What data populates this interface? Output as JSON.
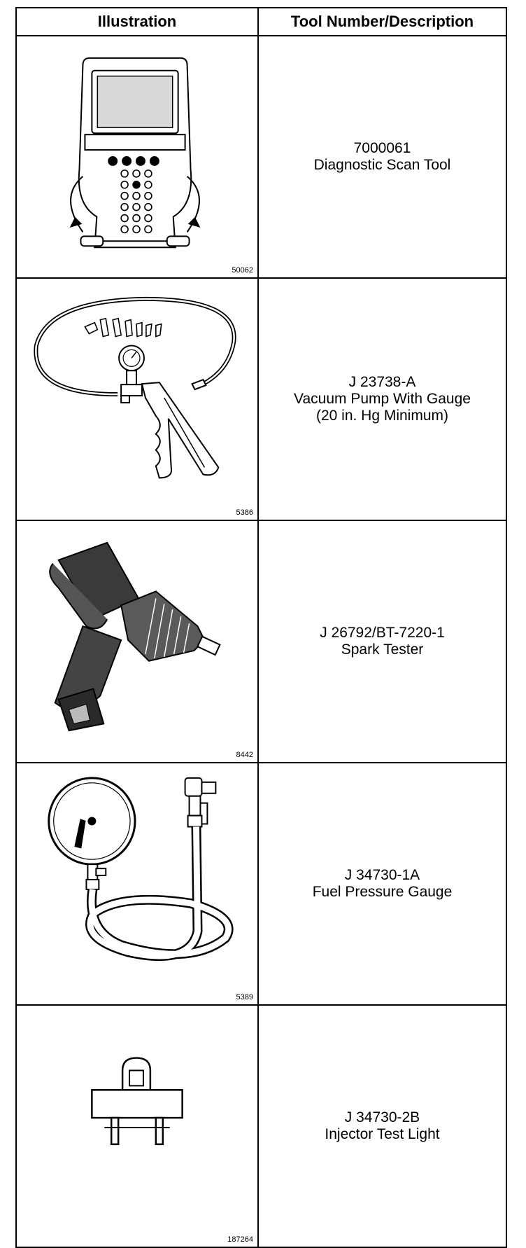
{
  "table": {
    "headers": {
      "illustration": "Illustration",
      "tool": "Tool Number/Description"
    },
    "rows": [
      {
        "figure": "50062",
        "illustration_icon": "diagnostic-scan-tool-icon",
        "number": "7000061",
        "description": "Diagnostic Scan Tool",
        "description_2": ""
      },
      {
        "figure": "5386",
        "illustration_icon": "vacuum-pump-icon",
        "number": "J 23738-A",
        "description": "Vacuum Pump With Gauge",
        "description_2": "(20 in. Hg Minimum)"
      },
      {
        "figure": "8442",
        "illustration_icon": "spark-tester-icon",
        "number": "J 26792/BT-7220-1",
        "description": "Spark Tester",
        "description_2": ""
      },
      {
        "figure": "5389",
        "illustration_icon": "fuel-pressure-gauge-icon",
        "number": "J 34730-1A",
        "description": "Fuel Pressure Gauge",
        "description_2": ""
      },
      {
        "figure": "187264",
        "illustration_icon": "injector-test-light-icon",
        "number": "J 34730-2B",
        "description": "Injector Test Light",
        "description_2": ""
      }
    ]
  }
}
